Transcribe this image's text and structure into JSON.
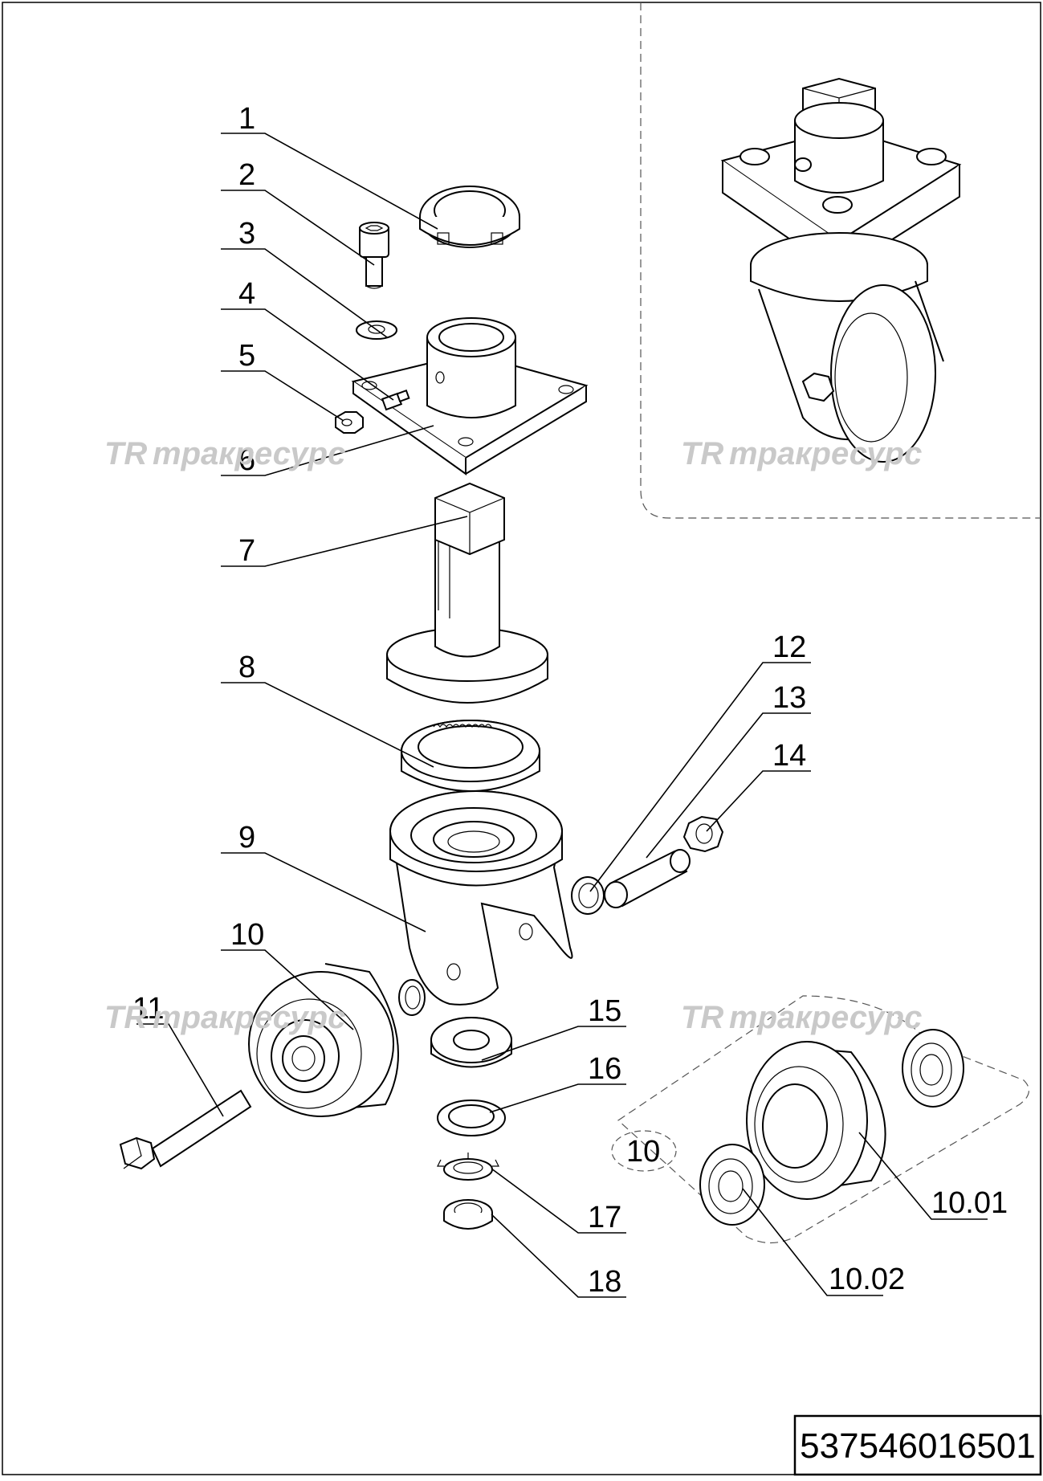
{
  "callouts": [
    {
      "label": "1"
    },
    {
      "label": "2"
    },
    {
      "label": "3"
    },
    {
      "label": "4"
    },
    {
      "label": "5"
    },
    {
      "label": "6"
    },
    {
      "label": "7"
    },
    {
      "label": "8"
    },
    {
      "label": "9"
    },
    {
      "label": "10"
    },
    {
      "label": "11"
    },
    {
      "label": "12"
    },
    {
      "label": "13"
    },
    {
      "label": "14"
    },
    {
      "label": "15"
    },
    {
      "label": "16"
    },
    {
      "label": "17"
    },
    {
      "label": "18"
    }
  ],
  "detail_callouts": {
    "group": "10",
    "tire": "10.01",
    "bearing": "10.02"
  },
  "watermark": {
    "logo_glyph": "TR",
    "text": "тракресурс",
    "color": "#c9c9c9"
  },
  "part_number": "537546016501"
}
